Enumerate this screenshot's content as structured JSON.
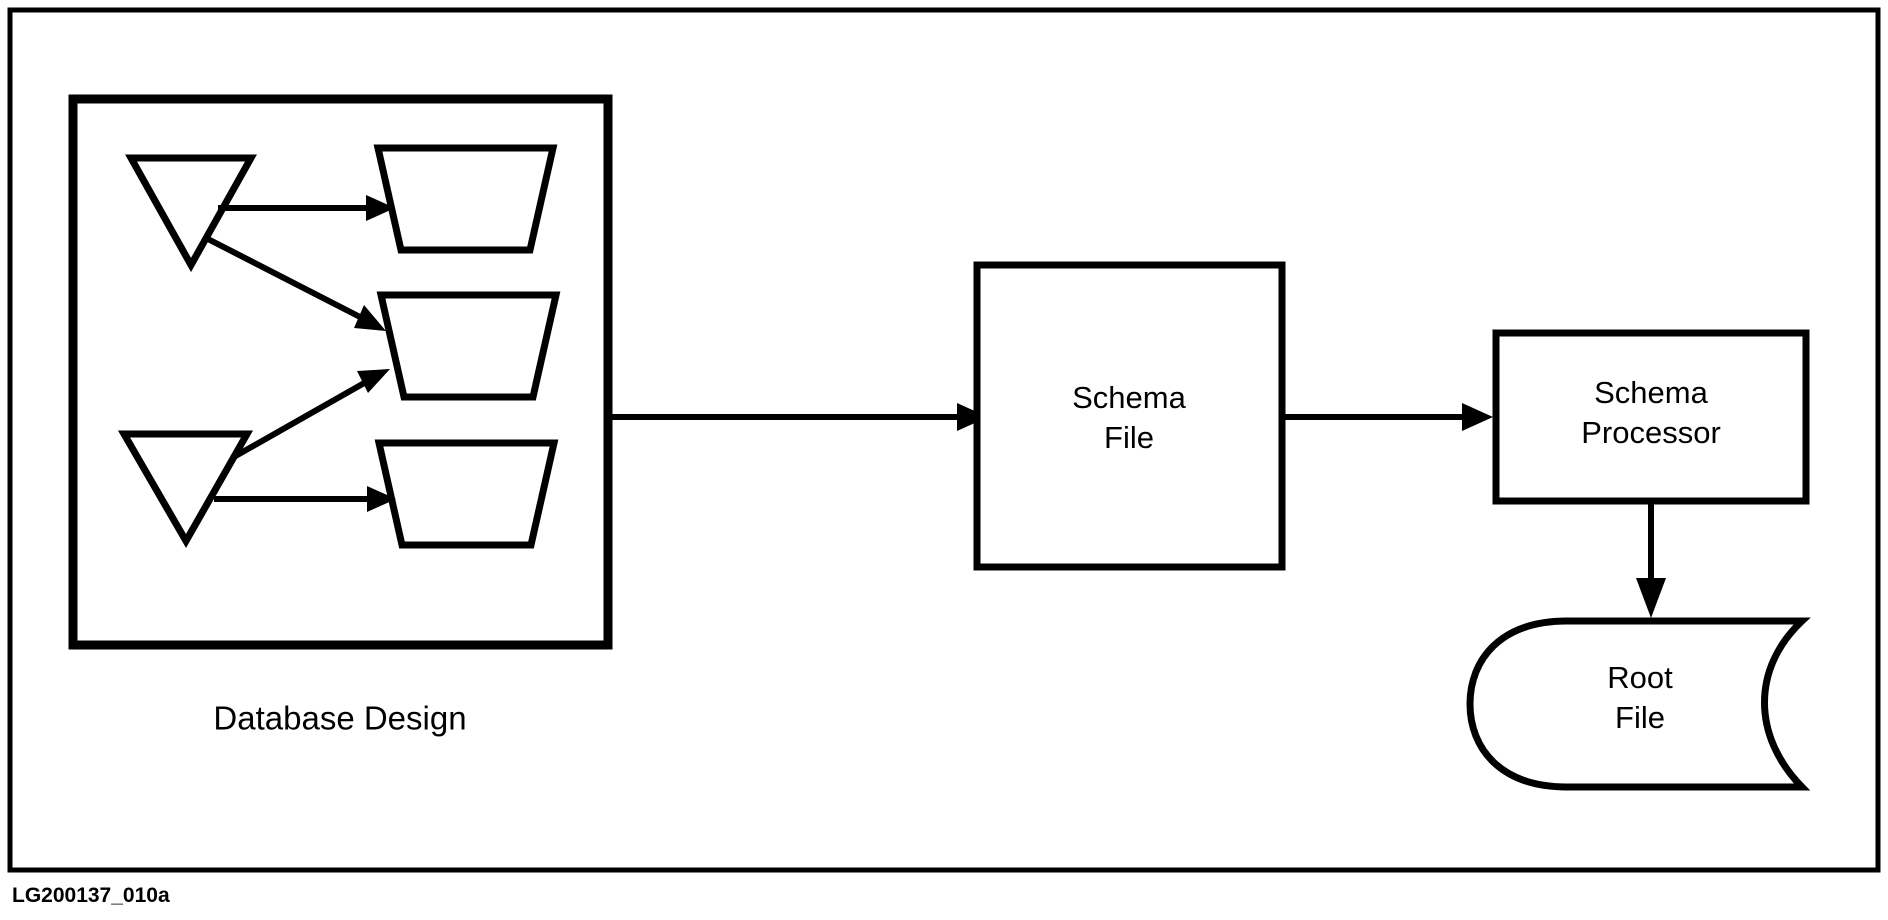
{
  "figure": {
    "caption_id": "LG200137_010a",
    "background_color": "#ffffff",
    "stroke_color": "#000000"
  },
  "group": {
    "name": "database-design-group",
    "label": "Database Design"
  },
  "entities": [
    {
      "id": "entity-1",
      "shape": "inverted-triangle",
      "label": ""
    },
    {
      "id": "entity-2",
      "shape": "inverted-triangle",
      "label": ""
    }
  ],
  "tables": [
    {
      "id": "table-1",
      "shape": "trapezoid",
      "label": ""
    },
    {
      "id": "table-2",
      "shape": "trapezoid",
      "label": ""
    },
    {
      "id": "table-3",
      "shape": "trapezoid",
      "label": ""
    }
  ],
  "nodes": [
    {
      "id": "schema-file",
      "shape": "rectangle",
      "line1": "Schema",
      "line2": "File"
    },
    {
      "id": "schema-processor",
      "shape": "rectangle",
      "line1": "Schema",
      "line2": "Processor"
    },
    {
      "id": "root-file",
      "shape": "direct-access-storage",
      "line1": "Root",
      "line2": "File"
    }
  ],
  "flows": [
    {
      "id": "flow-entity1-table1",
      "from": "entity-1",
      "to": "table-1"
    },
    {
      "id": "flow-entity1-table2",
      "from": "entity-1",
      "to": "table-2"
    },
    {
      "id": "flow-entity2-table2",
      "from": "entity-2",
      "to": "table-2"
    },
    {
      "id": "flow-entity2-table3",
      "from": "entity-2",
      "to": "table-3"
    },
    {
      "id": "flow-design-schemafile",
      "from": "database-design-group",
      "to": "schema-file"
    },
    {
      "id": "flow-schemafile-processor",
      "from": "schema-file",
      "to": "schema-processor"
    },
    {
      "id": "flow-processor-rootfile",
      "from": "schema-processor",
      "to": "root-file"
    }
  ]
}
